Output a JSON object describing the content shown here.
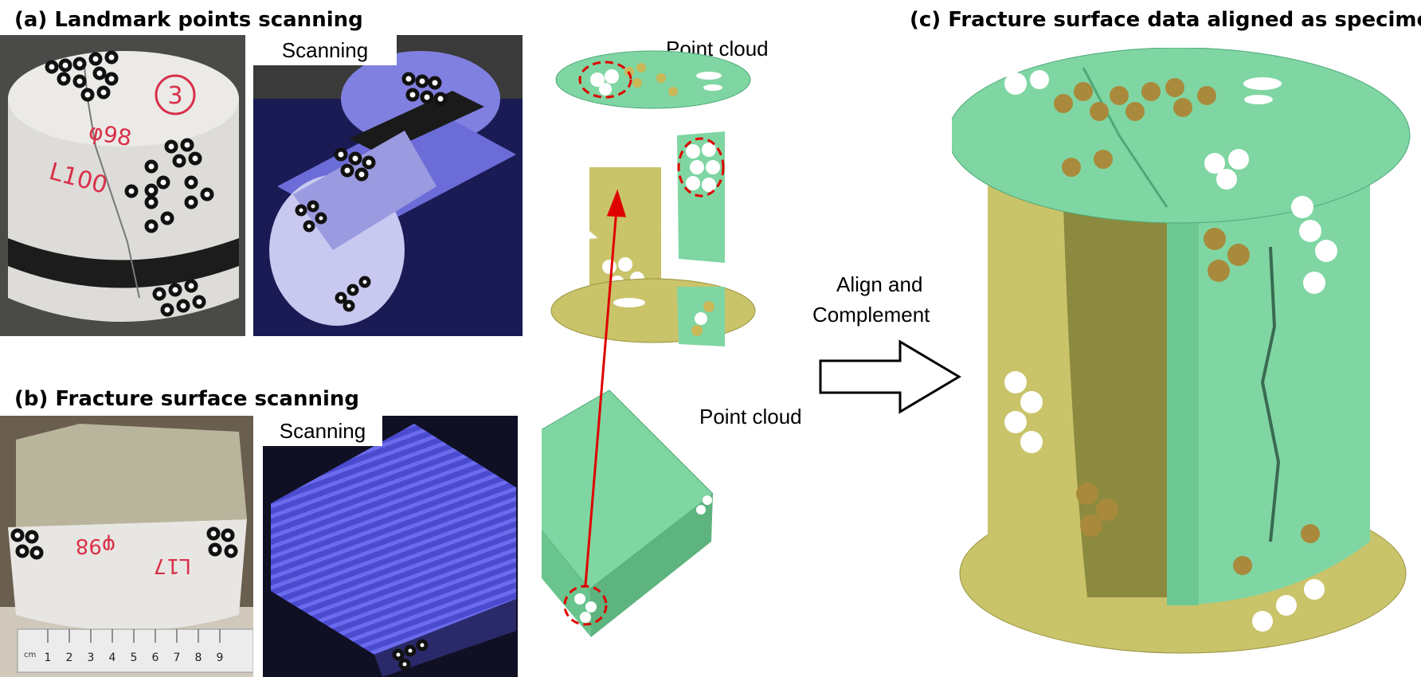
{
  "panels": {
    "a": {
      "title": "(a) Landmark points scanning",
      "scanning_label": "Scanning"
    },
    "b": {
      "title": "(b) Fracture surface scanning",
      "scanning_label": "Scanning"
    },
    "c": {
      "title": "(c) Fracture surface data aligned as specimen"
    }
  },
  "point_cloud_labels": [
    "Point cloud",
    "Point cloud"
  ],
  "arrow_label": [
    "Align and",
    "Complement"
  ],
  "specimen_markings": {
    "number": "3",
    "diameter": "φ98",
    "length": "L100",
    "length_b": "L17"
  },
  "ruler": {
    "unit": "cm",
    "ticks": [
      "1",
      "2",
      "3",
      "4",
      "5",
      "6",
      "7",
      "8",
      "9"
    ]
  },
  "colors": {
    "point_cloud_green": "#7fd6a2",
    "point_cloud_yellow": "#c9c36a",
    "fracture_dark": "#8c8a3e",
    "scan_blue": "#3a3ab8",
    "annotation_red": "#e00000",
    "specimen_gray": "#d9d8d4"
  }
}
